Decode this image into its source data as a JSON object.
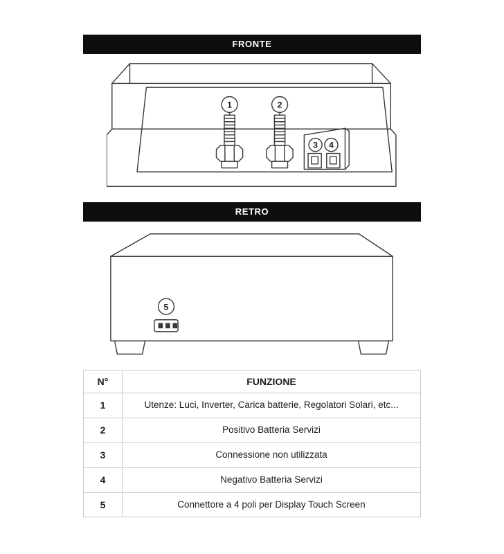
{
  "sections": {
    "front": {
      "title": "FRONTE",
      "callouts": [
        "1",
        "2",
        "3",
        "4"
      ]
    },
    "rear": {
      "title": "RETRO",
      "callouts": [
        "5"
      ]
    }
  },
  "table": {
    "headers": {
      "num": "N°",
      "function": "FUNZIONE"
    },
    "rows": [
      {
        "num": "1",
        "function": "Utenze: Luci, Inverter, Carica batterie, Regolatori Solari, etc..."
      },
      {
        "num": "2",
        "function": "Positivo Batteria Servizi"
      },
      {
        "num": "3",
        "function": "Connessione non utilizzata"
      },
      {
        "num": "4",
        "function": "Negativo Batteria Servizi"
      },
      {
        "num": "5",
        "function": "Connettore a 4 poli per Display Touch Screen"
      }
    ]
  },
  "colors": {
    "section_header_bg": "#0e0e0e",
    "section_header_text": "#ffffff",
    "line_art": "#3a3a3a",
    "table_border": "#c9c9c9",
    "text": "#1c1c1c"
  }
}
